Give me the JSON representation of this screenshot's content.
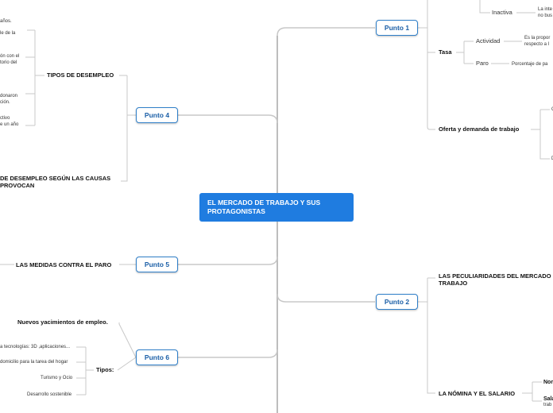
{
  "central": "EL MERCADO DE TRABAJO Y SUS PROTAGONISTAS",
  "punto1": {
    "label": "Punto 1",
    "inactiva": "Inactiva",
    "inactiva_desc_1": "La inte",
    "inactiva_desc_2": "no bus",
    "tasa": "Tasa",
    "actividad": "Actividad",
    "actividad_desc_1": "Es la propor",
    "actividad_desc_2": "respecto a l",
    "paro": "Paro",
    "paro_desc": "Porcentaje de pa",
    "oferta": "Oferta y demanda de trabajo",
    "oferta_c1": "O",
    "oferta_c2": "D"
  },
  "punto2": {
    "label": "Punto 2",
    "peculiaridades_1": "LAS PECULIARIDADES DEL MERCADO",
    "peculiaridades_2": "TRABAJO",
    "nomina": "LA NÓMINA Y EL SALARIO",
    "nom": "Nom",
    "sala_1": "Sala",
    "sala_2": "trab"
  },
  "punto4": {
    "label": "Punto 4",
    "tipos": "TIPOS DE DESEMPLEO",
    "leaf1": "años.",
    "leaf2": "le de la",
    "leaf3a": "ón con el",
    "leaf3b": "torio del",
    "leaf4a": "donaron",
    "leaf4b": "ción.",
    "leaf5a": "ctivo",
    "leaf5b": "e un año",
    "causas_1": "DE DESEMPLEO SEGÚN LAS CAUSAS",
    "causas_2": "PROVOCAN"
  },
  "punto5": {
    "label": "Punto 5",
    "medidas": "LAS MEDIDAS CONTRA EL PARO"
  },
  "punto6": {
    "label": "Punto 6",
    "nuevos": "Nuevos yacimientos de empleo.",
    "tipos": "Tipos:",
    "t1": "a tecnologías: 3D ,aplicaciones...",
    "t2": "domicilio para la tarea del hogar",
    "t3": "Turismo y Ocio",
    "t4": "Desarrollo sostenible"
  },
  "colors": {
    "central": "#1f7ce0",
    "punto_border": "#2f7fc9",
    "connector": "#c8c8c8"
  }
}
